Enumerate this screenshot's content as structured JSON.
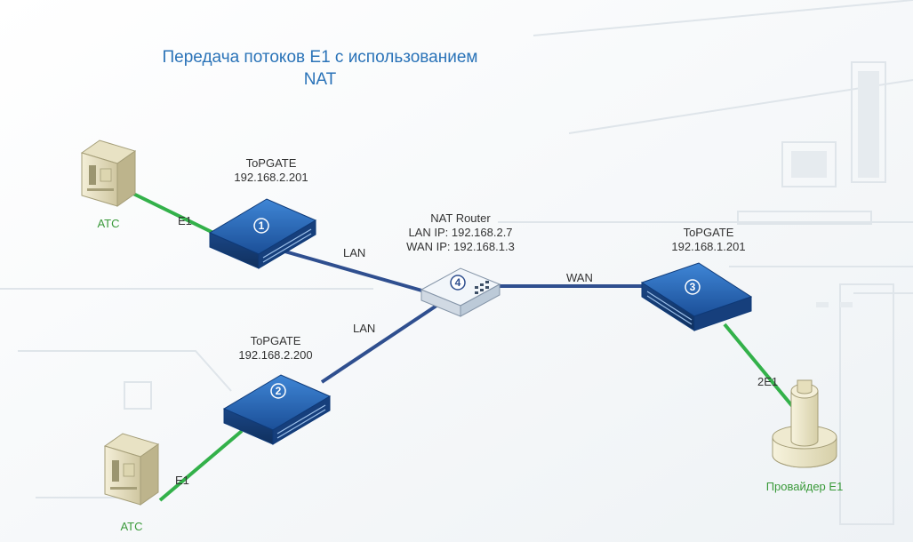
{
  "title": {
    "line1": "Передача потоков E1 с использованием",
    "line2": "NAT"
  },
  "devices": {
    "topgate1": {
      "name": "ToPGATE",
      "ip": "192.168.2.201",
      "badge": "1"
    },
    "topgate2": {
      "name": "ToPGATE",
      "ip": "192.168.2.200",
      "badge": "2"
    },
    "topgate3": {
      "name": "ToPGATE",
      "ip": "192.168.1.201",
      "badge": "3"
    },
    "router": {
      "name": "NAT Router",
      "lan_ip": "LAN IP: 192.168.2.7",
      "wan_ip": "WAN IP: 192.168.1.3",
      "badge": "4"
    },
    "atc1": {
      "label": "ATC"
    },
    "atc2": {
      "label": "ATC"
    },
    "provider": {
      "label": "Провайдер E1"
    }
  },
  "links": {
    "atc1_e1": "E1",
    "atc2_e1": "E1",
    "lan1": "LAN",
    "lan2": "LAN",
    "wan": "WAN",
    "provider_2e1": "2E1"
  },
  "colors": {
    "title": "#2a73b8",
    "e1_link": "#33b14a",
    "lan_link": "#2f4f8f",
    "switch": "#1f5aa8",
    "atc_label": "#3a9a3a"
  },
  "icons": {
    "switch": "network-switch-icon",
    "router": "router-icon",
    "atc": "pbx-server-icon",
    "provider": "provider-tower-icon"
  }
}
